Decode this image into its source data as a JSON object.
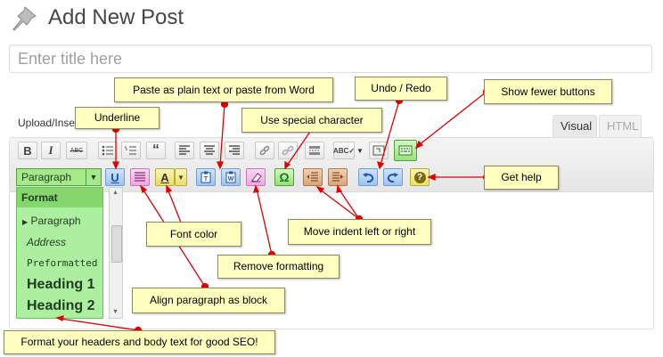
{
  "page": {
    "title": "Add New Post",
    "title_placeholder": "Enter title here",
    "upload_label": "Upload/Insert"
  },
  "tabs": [
    {
      "label": "Visual",
      "active": true
    },
    {
      "label": "HTML",
      "active": false
    }
  ],
  "toolbar": {
    "row1": [
      "bold",
      "italic",
      "strikethrough",
      "unordered-list",
      "ordered-list",
      "blockquote",
      "align-left",
      "align-center",
      "align-right",
      "link",
      "unlink",
      "insert-more",
      "spellcheck",
      "fullscreen",
      "kitchen-sink"
    ],
    "bold_label": "B",
    "italic_label": "I",
    "strike_label": "ABC",
    "format_select": "Paragraph",
    "underline_label": "U",
    "font_color_label": "A",
    "special_char_label": "Ω",
    "help_label": "?"
  },
  "format_menu": {
    "header": "Format",
    "items": [
      "Paragraph",
      "Address",
      "Preformatted",
      "Heading 1",
      "Heading 2"
    ]
  },
  "callouts": {
    "paste": "Paste as plain text or paste from Word",
    "undo_redo": "Undo / Redo",
    "show_fewer": "Show fewer buttons",
    "underline": "Underline",
    "special_char": "Use special character",
    "get_help": "Get help",
    "font_color": "Font color",
    "move_indent": "Move indent left or right",
    "remove_formatting": "Remove formatting",
    "align_block": "Align paragraph as block",
    "seo": "Format your headers and body text for good SEO!"
  },
  "colors": {
    "callout_bg": "#ffffc0",
    "arrow": "#e00000",
    "highlight_green": "#98e07a",
    "highlight_blue": "#9fc4ef",
    "highlight_pink": "#f0a7e0",
    "highlight_yellow": "#eadf68",
    "highlight_brown": "#dca47a"
  }
}
